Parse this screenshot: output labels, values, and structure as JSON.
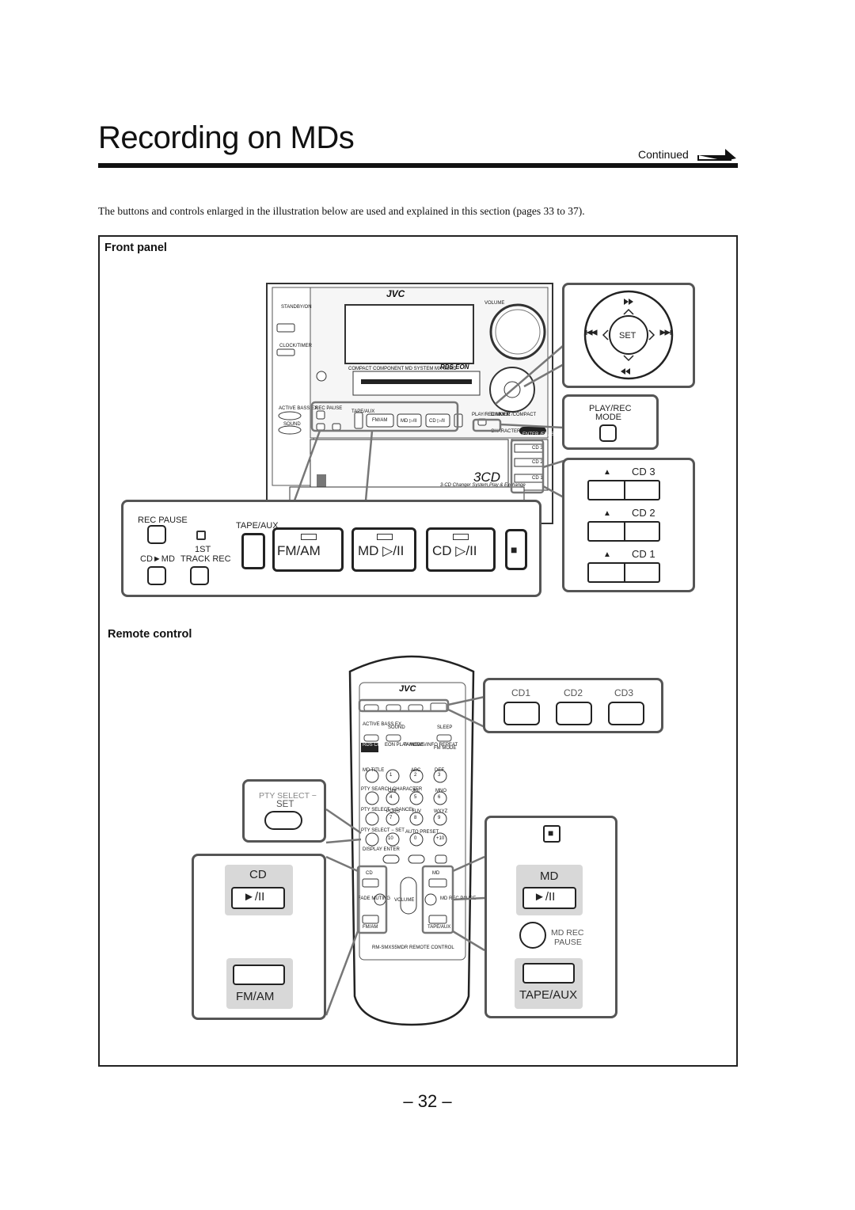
{
  "header": {
    "title": "Recording on MDs",
    "continued": "Continued"
  },
  "intro": "The buttons and controls enlarged in the illustration below are used and explained in this section (pages 33 to 37).",
  "front_panel": {
    "heading": "Front panel",
    "unit_labels": {
      "brand": "JVC",
      "standby": "STANDBY/ON",
      "clock": "CLOCK/TIMER",
      "volume": "VOLUME",
      "model": "COMPACT COMPONENT MD SYSTEM MX-S5MD",
      "rds": "RDS EON",
      "active_bass": "ACTIVE BASS EX.",
      "sound": "SOUND",
      "rec_pause_small": "REC PAUSE",
      "tape_aux_small": "TAPE/AUX",
      "fm_am_small": "FM/AM",
      "md_small": "MD ▷/II",
      "cd_small": "CD ▷/II",
      "play_rec_small": "PLAY/REC MODE",
      "dimmer": "DIMMER /COMPACT",
      "character": "CHARACTER",
      "enter": "ENTER /ERASE",
      "three_cd": "3CD",
      "changer": "3-CD Changer System,Play & Exchange",
      "cd3_small": "CD 3",
      "cd2_small": "CD 2",
      "cd1_small": "CD 1"
    },
    "enlarged_left": {
      "rec_pause": "REC PAUSE",
      "tape_aux": "TAPE/AUX",
      "first": "1ST",
      "cd_md": "CD►MD",
      "track_rec": "TRACK REC",
      "fm_am": "FM/AM",
      "md_play": "MD ▷/II",
      "cd_play": "CD ▷/II",
      "stop": "■"
    },
    "enlarged_right": {
      "set": "SET",
      "play_rec": "PLAY/REC",
      "mode": "MODE",
      "cd3": "CD 3",
      "cd2": "CD 2",
      "cd1": "CD 1",
      "eject": "▲"
    }
  },
  "remote": {
    "heading": "Remote control",
    "brand": "JVC",
    "model": "RM-SMXS5MDR  REMOTE  CONTROL",
    "cd_callouts": [
      "CD1",
      "CD2",
      "CD3"
    ],
    "pty_select": "PTY SELECT −",
    "set": "SET",
    "cd_label": "CD",
    "play_pause": "►/II",
    "fm_am": "FM/AM",
    "stop": "■",
    "md_label": "MD",
    "md_rec": "MD REC",
    "pause": "PAUSE",
    "tape_aux": "TAPE/AUX",
    "keys": [
      "1",
      "2",
      "3",
      "4",
      "5",
      "6",
      "7",
      "8",
      "9",
      "10",
      "0",
      "+10"
    ],
    "key_letters": [
      "",
      "ABC",
      "DEF",
      "GHI",
      "JKL",
      "MNO",
      "PQRS",
      "TUV",
      "WXYZ",
      "",
      "AUTO PRESET",
      ""
    ],
    "side_labels": [
      "MD TITLE",
      "PTY SEARCH CHARACTER",
      "PTY SELECT + CANCEL",
      "PTY SELECT − SET",
      "DISPLAY ENTER"
    ],
    "top_labels": [
      "ACTIVE BASS EX.",
      "SOUND",
      "SLEEP",
      "RDS CONTROL",
      "EON PLAY MODE",
      "TA/NEWS/INFO REPEAT",
      "FM MODE"
    ],
    "small_cd": "CD",
    "small_md": "MD",
    "volume": "VOLUME",
    "fade_muting": "FADE MUTING",
    "md_rec_small": "MD REC PAUSE",
    "fm_am_small": "FM/AM",
    "tape_aux_small": "TAPE/AUX"
  },
  "page_number": "– 32 –"
}
